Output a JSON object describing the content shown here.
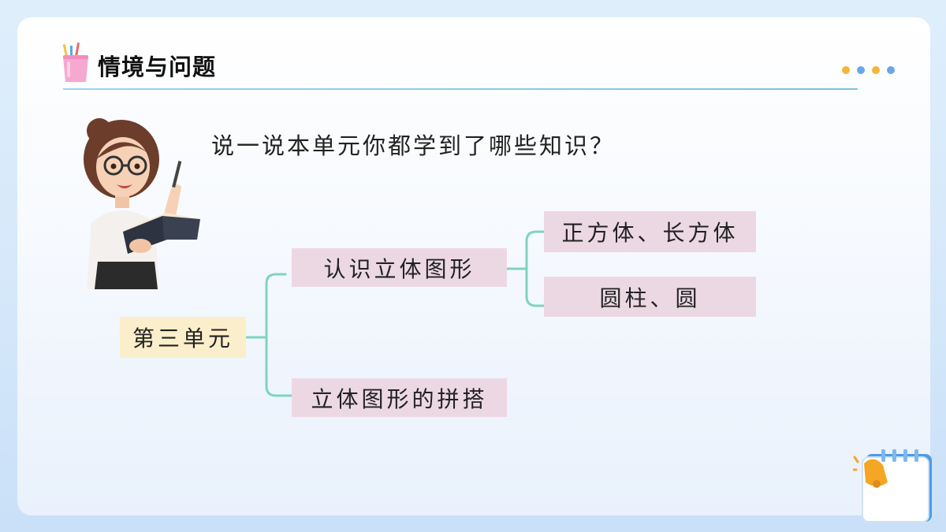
{
  "header": {
    "title": "情境与问题",
    "dot_colors": [
      "#f5b53a",
      "#6aa7e6",
      "#f5b53a",
      "#6aa7e6"
    ]
  },
  "question": "说一说本单元你都学到了哪些知识？",
  "mindmap": {
    "root": "第三单元",
    "branches": [
      {
        "label": "认识立体图形",
        "children": [
          "正方体、长方体",
          "圆柱、圆"
        ]
      },
      {
        "label": "立体图形的拼搭",
        "children": []
      }
    ]
  },
  "colors": {
    "connector": "#7fd3c2",
    "root_fill": "#fbeecb",
    "node_fill": "#ecd8e3"
  }
}
